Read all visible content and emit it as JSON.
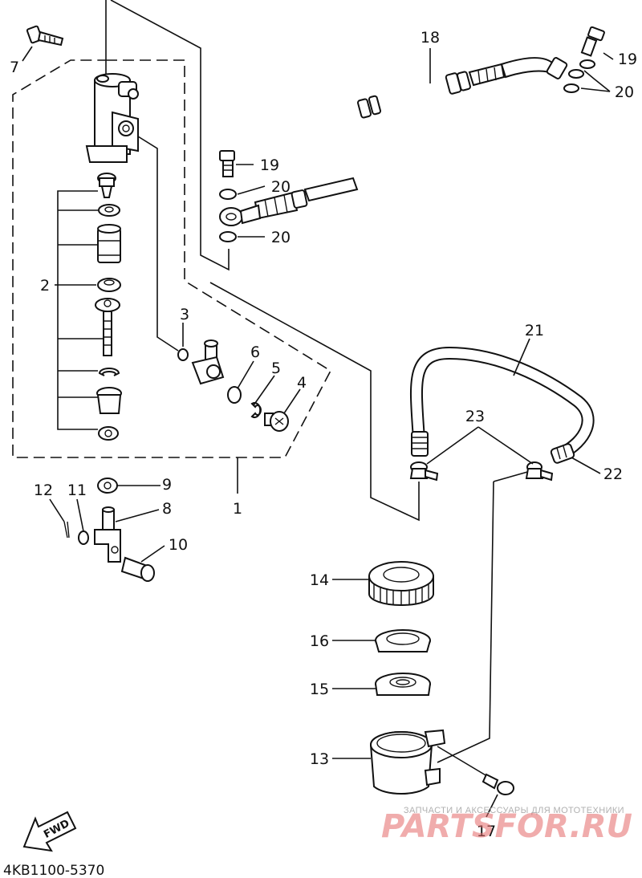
{
  "diagram": {
    "doc_code": "4KB1100-5370",
    "fwd_label": "FWD",
    "watermark": {
      "caption": "ЗАПЧАСТИ И АКСЕССУАРЫ ДЛЯ МОТОТЕХНИКИ",
      "brand": "PARTSFOR.RU"
    },
    "callouts": [
      {
        "id": "c1",
        "text": "1"
      },
      {
        "id": "c2",
        "text": "2"
      },
      {
        "id": "c3",
        "text": "3"
      },
      {
        "id": "c4",
        "text": "4"
      },
      {
        "id": "c5",
        "text": "5"
      },
      {
        "id": "c6",
        "text": "6"
      },
      {
        "id": "c7",
        "text": "7"
      },
      {
        "id": "c8",
        "text": "8"
      },
      {
        "id": "c9",
        "text": "9"
      },
      {
        "id": "c10",
        "text": "10"
      },
      {
        "id": "c11",
        "text": "11"
      },
      {
        "id": "c12",
        "text": "12"
      },
      {
        "id": "c13",
        "text": "13"
      },
      {
        "id": "c14",
        "text": "14"
      },
      {
        "id": "c15",
        "text": "15"
      },
      {
        "id": "c16",
        "text": "16"
      },
      {
        "id": "c17",
        "text": "17"
      },
      {
        "id": "c18",
        "text": "18"
      },
      {
        "id": "c19a",
        "text": "19"
      },
      {
        "id": "c19b",
        "text": "19"
      },
      {
        "id": "c20a",
        "text": "20"
      },
      {
        "id": "c20b",
        "text": "20"
      },
      {
        "id": "c20c",
        "text": "20"
      },
      {
        "id": "c21",
        "text": "21"
      },
      {
        "id": "c22",
        "text": "22"
      },
      {
        "id": "c23",
        "text": "23"
      }
    ]
  }
}
